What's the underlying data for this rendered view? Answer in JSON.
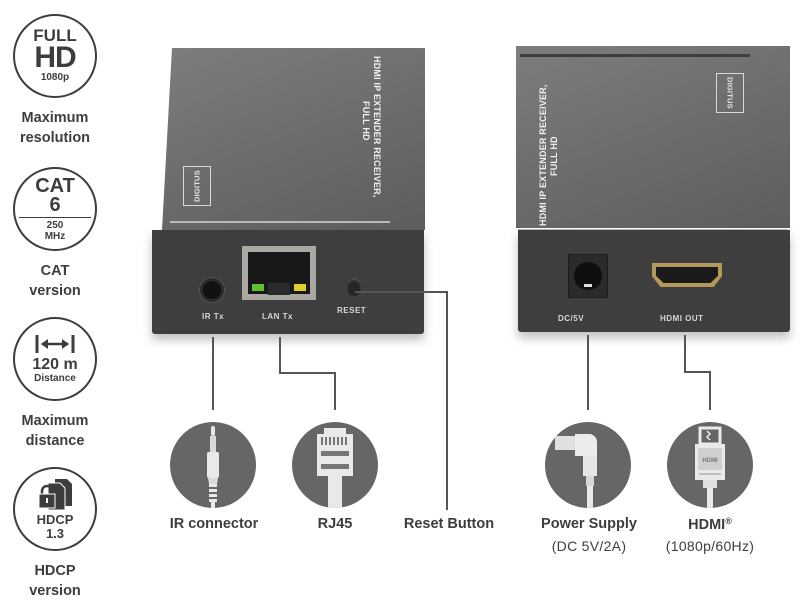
{
  "features": [
    {
      "id": "resolution",
      "badge_lines": [
        "FULL",
        "HD",
        "1080p"
      ],
      "caption_lines": [
        "Maximum",
        "resolution"
      ]
    },
    {
      "id": "cat",
      "badge_lines": [
        "CAT",
        "6",
        "250",
        "MHz"
      ],
      "caption_lines": [
        "CAT",
        "version"
      ]
    },
    {
      "id": "distance",
      "icon": "distance-arrows-icon",
      "badge_lines": [
        "120 m",
        "Distance"
      ],
      "caption_lines": [
        "Maximum",
        "distance"
      ]
    },
    {
      "id": "hdcp",
      "icon": "lock-documents-icon",
      "badge_lines": [
        "HDCP",
        "1.3"
      ],
      "caption_lines": [
        "HDCP",
        "version"
      ]
    }
  ],
  "devices": {
    "left": {
      "title_lines": [
        "HDMI IP EXTENDER RECEIVER,",
        "FULL HD"
      ],
      "logo": "DIGITUS",
      "ports": [
        "IR Tx",
        "LAN Tx",
        "RESET"
      ]
    },
    "right": {
      "title_lines": [
        "HDMI IP EXTENDER RECEIVER,",
        "FULL HD"
      ],
      "logo": "DIGITUS",
      "ports": [
        "DC/5V",
        "HDMI OUT"
      ]
    }
  },
  "connectors": [
    {
      "id": "ir",
      "icon": "audio-jack-icon",
      "label": "IR connector",
      "sub": ""
    },
    {
      "id": "rj45",
      "icon": "rj45-plug-icon",
      "label": "RJ45",
      "sub": ""
    },
    {
      "id": "reset",
      "icon": "",
      "label": "Reset Button",
      "sub": ""
    },
    {
      "id": "power",
      "icon": "dc-plug-icon",
      "label": "Power Supply",
      "sub": "(DC 5V/2A)"
    },
    {
      "id": "hdmi",
      "icon": "hdmi-plug-icon",
      "label": "HDMI",
      "label_mark": "®",
      "sub": "(1080p/60Hz)",
      "plug_text": "HDMI"
    }
  ],
  "colors": {
    "text_dark": "#3d3d3d",
    "device_front": "#3e3e3e",
    "device_top": "#6f6f6f",
    "icon_circle": "#666666",
    "led_green": "#5ec12f",
    "led_yellow": "#e0cf2a",
    "hdmi_gold": "#b49a5a"
  }
}
